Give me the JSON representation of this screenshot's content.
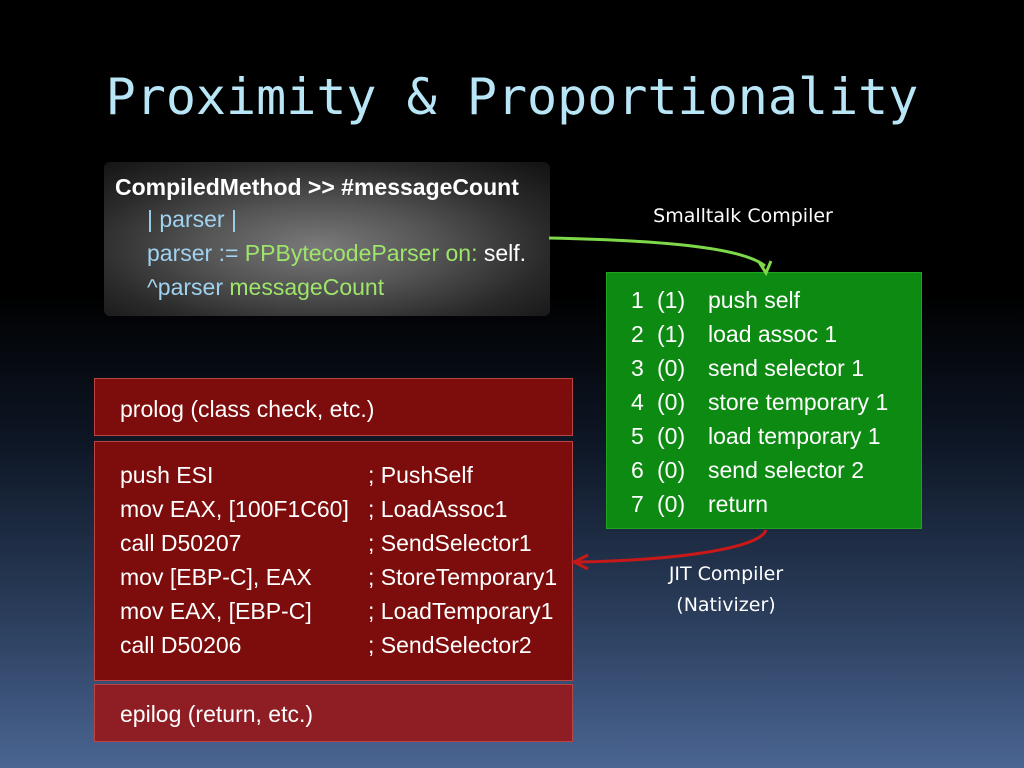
{
  "title": "Proximity & Proportionality",
  "source": {
    "header": "CompiledMethod >> #messageCount",
    "line2": "| parser |",
    "line3": {
      "a": "parser := ",
      "b": "PPBytecodeParser",
      "c": " on:",
      "d": " self."
    },
    "line4": {
      "a": "^parser ",
      "b": "messageCount"
    }
  },
  "labels": {
    "smalltalk_compiler": "Smalltalk Compiler",
    "jit_line1": "JIT Compiler",
    "jit_line2": "(Nativizer)"
  },
  "bytecodes": [
    {
      "n": "1",
      "p": "(1)",
      "t": "push self"
    },
    {
      "n": "2",
      "p": "(1)",
      "t": "load assoc 1"
    },
    {
      "n": "3",
      "p": "(0)",
      "t": "send selector 1"
    },
    {
      "n": "4",
      "p": "(0)",
      "t": "store temporary 1"
    },
    {
      "n": "5",
      "p": "(0)",
      "t": "load temporary 1"
    },
    {
      "n": "6",
      "p": "(0)",
      "t": "send selector 2"
    },
    {
      "n": "7",
      "p": "(0)",
      "t": "return"
    }
  ],
  "prolog": "prolog (class check, etc.)",
  "asm": [
    {
      "ins": "push ESI",
      "cm": "; PushSelf"
    },
    {
      "ins": "mov EAX, [100F1C60]",
      "cm": "; LoadAssoc1"
    },
    {
      "ins": "call D50207",
      "cm": "; SendSelector1"
    },
    {
      "ins": "mov [EBP-C], EAX",
      "cm": "; StoreTemporary1"
    },
    {
      "ins": "mov EAX, [EBP-C]",
      "cm": "; LoadTemporary1"
    },
    {
      "ins": "call D50206",
      "cm": "; SendSelector2"
    }
  ],
  "epilog": "epilog (return, etc.)",
  "colors": {
    "title": "#b8e6f7",
    "bytecode_bg": "#0c8a12",
    "native_bg": "#7d0c0c",
    "arrow_green": "#7dd84a",
    "arrow_red": "#c81818"
  }
}
